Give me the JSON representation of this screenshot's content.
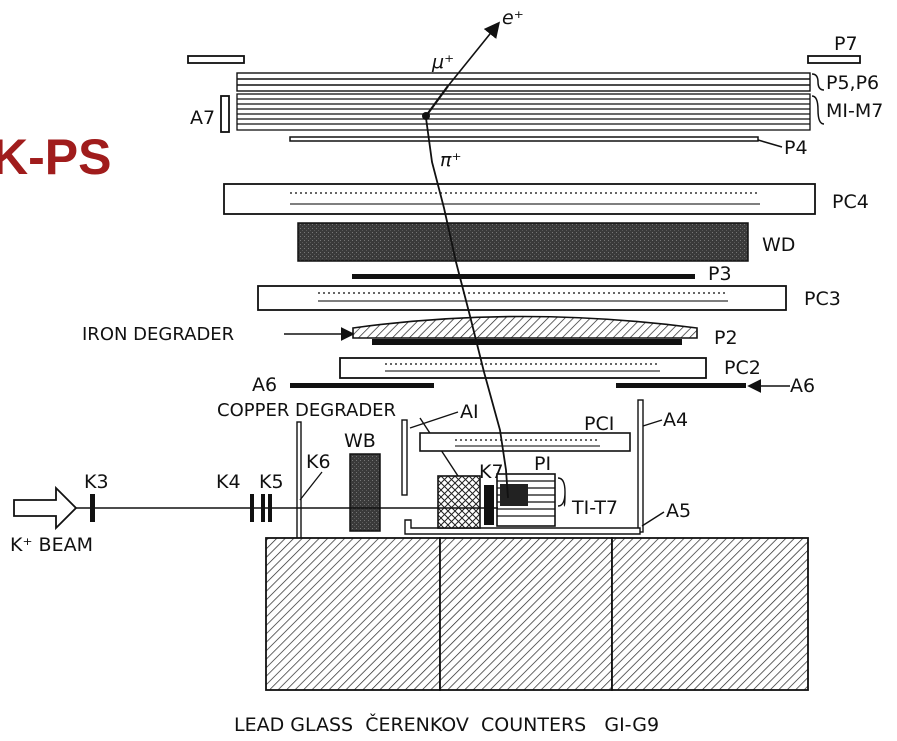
{
  "slide_title": "K-PS",
  "colors": {
    "title": "#a01c1c",
    "ink": "#111111"
  },
  "labels": {
    "e_plus": "e⁺",
    "mu_plus": "μ⁺",
    "pi_plus": "π⁺",
    "p7": "P7",
    "p5_p6": "P5,P6",
    "m1_m7": "MI-M7",
    "a7": "A7",
    "p4": "P4",
    "pc4": "PC4",
    "wd": "WD",
    "p3": "P3",
    "pc3": "PC3",
    "iron_degrader": "IRON DEGRADER",
    "p2": "P2",
    "pc2": "PC2",
    "a6_left": "A6",
    "a6_right": "A6",
    "copper_degrader": "COPPER DEGRADER",
    "a1": "AI",
    "pc1": "PCI",
    "a4": "A4",
    "wb": "WB",
    "k7": "K7",
    "p1": "PI",
    "k3": "K3",
    "k4": "K4",
    "k5": "K5",
    "k6": "K6",
    "t1_t7": "TI-T7",
    "a5": "A5",
    "k_beam": "K⁺ BEAM",
    "bottom_caption": "LEAD GLASS  ČERENKOV  COUNTERS   GI-G9"
  }
}
